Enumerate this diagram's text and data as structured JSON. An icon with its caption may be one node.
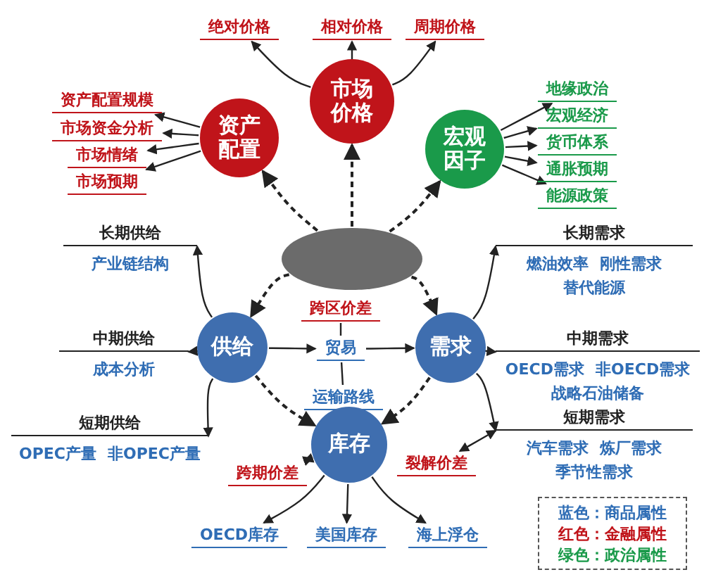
{
  "diagram": {
    "nodes": [
      {
        "text": [
          "市场价格"
        ]
      },
      {
        "text": [
          "绝对价格"
        ]
      },
      {
        "text": [
          "相对价格"
        ]
      },
      {
        "text": [
          "周期价格"
        ]
      },
      {
        "text": [
          "资产配置"
        ]
      },
      {
        "text": [
          "资产配置规模"
        ]
      },
      {
        "text": [
          "市场资金分析"
        ]
      },
      {
        "text": [
          "市场情绪"
        ]
      },
      {
        "text": [
          "市场预期"
        ]
      },
      {
        "text": [
          "宏观因子"
        ]
      },
      {
        "text": [
          "地缘政治"
        ]
      },
      {
        "text": [
          "宏观经济"
        ]
      },
      {
        "text": [
          "货币体系"
        ]
      },
      {
        "text": [
          "通胀预期"
        ]
      },
      {
        "text": [
          "能源政策"
        ]
      },
      {
        "text": [],
        "shape": "ellipse"
      },
      {
        "text": [
          "长期供给",
          "产业链结构"
        ]
      },
      {
        "text": [
          "长期需求",
          "燃油效率",
          "刚性需求",
          "替代能源"
        ]
      },
      {
        "text": [
          "跨区价差"
        ]
      },
      {
        "text": [
          "供给"
        ]
      },
      {
        "text": [
          "贸易"
        ]
      },
      {
        "text": [
          "需求"
        ]
      },
      {
        "text": [
          "中期供给",
          "成本分析"
        ]
      },
      {
        "text": [
          "中期需求",
          "OECD需求",
          "非OECD需求",
          "战略石油储备"
        ]
      },
      {
        "text": [
          "运输路线"
        ]
      },
      {
        "text": [
          "短期供给",
          "OPEC产量",
          "非OPEC产量"
        ]
      },
      {
        "text": [
          "库存"
        ]
      },
      {
        "text": [
          "短期需求",
          "汽车需求",
          "炼厂需求",
          "季节性需求"
        ]
      },
      {
        "text": [
          "跨期价差"
        ]
      },
      {
        "text": [
          "裂解价差"
        ]
      },
      {
        "text": [
          "OECD库存"
        ]
      },
      {
        "text": [
          "美国库存"
        ]
      },
      {
        "text": [
          "海上浮仓"
        ]
      }
    ],
    "edges": [
      {
        "from": 15,
        "to": 0,
        "arrow": "to",
        "style": "dashed"
      },
      {
        "from": 15,
        "to": 4,
        "arrow": "to",
        "style": "dashed"
      },
      {
        "from": 15,
        "to": 9,
        "arrow": "to",
        "style": "dashed"
      },
      {
        "from": 15,
        "to": 19,
        "arrow": "to",
        "style": "dashed"
      },
      {
        "from": 15,
        "to": 21,
        "arrow": "to",
        "style": "dashed"
      },
      {
        "from": 0,
        "to": 1,
        "arrow": "to"
      },
      {
        "from": 0,
        "to": 2,
        "arrow": "to"
      },
      {
        "from": 0,
        "to": 3,
        "arrow": "to"
      },
      {
        "from": 4,
        "to": 5,
        "arrow": "to"
      },
      {
        "from": 4,
        "to": 6,
        "arrow": "to"
      },
      {
        "from": 4,
        "to": 7,
        "arrow": "to"
      },
      {
        "from": 4,
        "to": 8,
        "arrow": "to"
      },
      {
        "from": 9,
        "to": 10,
        "arrow": "to"
      },
      {
        "from": 9,
        "to": 11,
        "arrow": "to"
      },
      {
        "from": 9,
        "to": 12,
        "arrow": "to"
      },
      {
        "from": 9,
        "to": 13,
        "arrow": "to"
      },
      {
        "from": 9,
        "to": 14,
        "arrow": "to"
      },
      {
        "from": 19,
        "to": 16,
        "arrow": "to"
      },
      {
        "from": 19,
        "to": 22,
        "arrow": "to"
      },
      {
        "from": 19,
        "to": 25,
        "arrow": "to"
      },
      {
        "from": 21,
        "to": 17,
        "arrow": "to"
      },
      {
        "from": 21,
        "to": 23,
        "arrow": "to"
      },
      {
        "from": 21,
        "to": 27,
        "arrow": "to"
      },
      {
        "from": 19,
        "to": 20,
        "arrow": "to"
      },
      {
        "from": 20,
        "to": 21,
        "arrow": "to"
      },
      {
        "from": 18,
        "to": 20,
        "arrow": "none"
      },
      {
        "from": 20,
        "to": 24,
        "arrow": "none"
      },
      {
        "from": 19,
        "to": 26,
        "arrow": "to",
        "style": "dashed"
      },
      {
        "from": 21,
        "to": 26,
        "arrow": "to",
        "style": "dashed"
      },
      {
        "from": 26,
        "to": 28,
        "arrow": "both"
      },
      {
        "from": 26,
        "to": 30,
        "arrow": "to"
      },
      {
        "from": 26,
        "to": 31,
        "arrow": "to"
      },
      {
        "from": 26,
        "to": 32,
        "arrow": "to"
      },
      {
        "from": 29,
        "to": 27,
        "arrow": "both"
      }
    ],
    "legend": [
      {
        "text": "蓝色：商品属性",
        "color": "#2f6db5"
      },
      {
        "text": "红色：金融属性",
        "color": "#c0141a"
      },
      {
        "text": "绿色：政治属性",
        "color": "#1a9a4a"
      }
    ]
  }
}
